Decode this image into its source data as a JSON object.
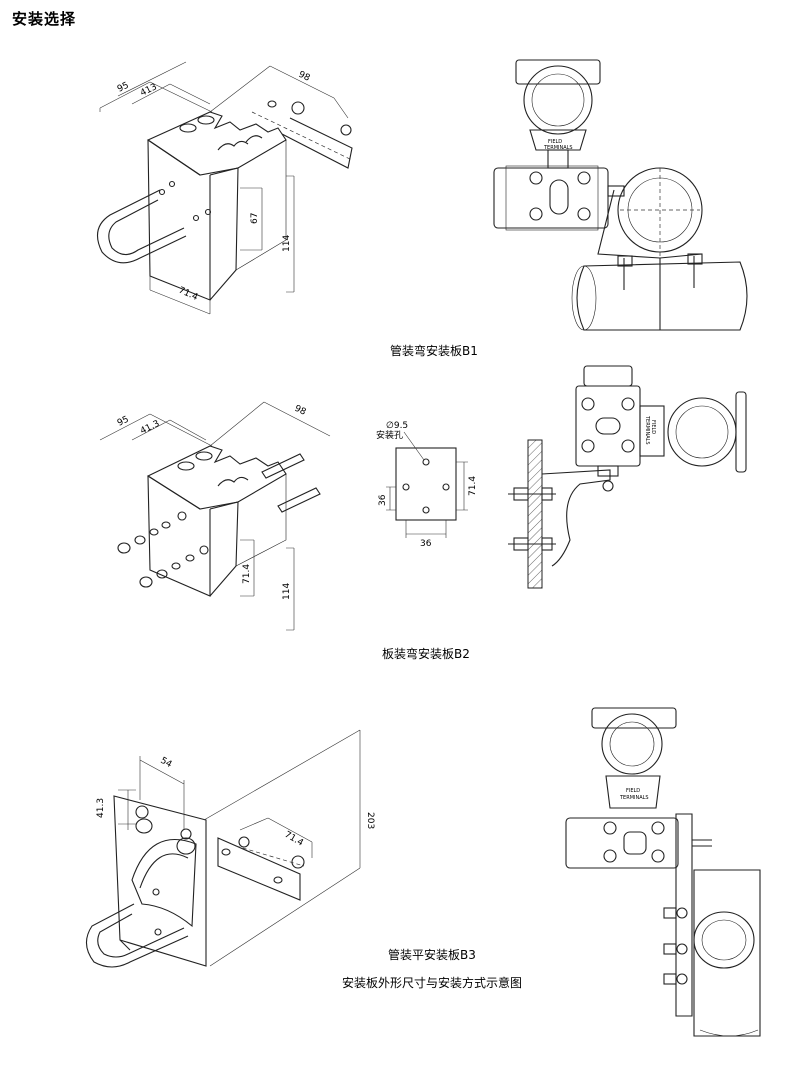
{
  "page": {
    "title": "安装选择"
  },
  "captions": {
    "b1": "管装弯安装板B1",
    "b2": "板装弯安装板B2",
    "b3": "管装平安装板B3",
    "summary": "安装板外形尺寸与安装方式示意图"
  },
  "dimensions": {
    "b1": {
      "d95": "95",
      "d413": "413",
      "d98": "98",
      "d67": "67",
      "d114": "114",
      "d714": "71.4"
    },
    "b2": {
      "d95": "95",
      "d413": "41.3",
      "d98": "98",
      "d714": "71.4",
      "d114": "114"
    },
    "b2_plate": {
      "hole": "∅9.5",
      "hole_label": "安装孔",
      "d36v": "36",
      "d714": "71.4",
      "d36h": "36"
    },
    "b3": {
      "d54": "54",
      "d413": "41.3",
      "d203": "203",
      "d714": "71.4"
    }
  },
  "labels": {
    "terminals_line1": "FIELD",
    "terminals_line2": "TERMINALS"
  }
}
